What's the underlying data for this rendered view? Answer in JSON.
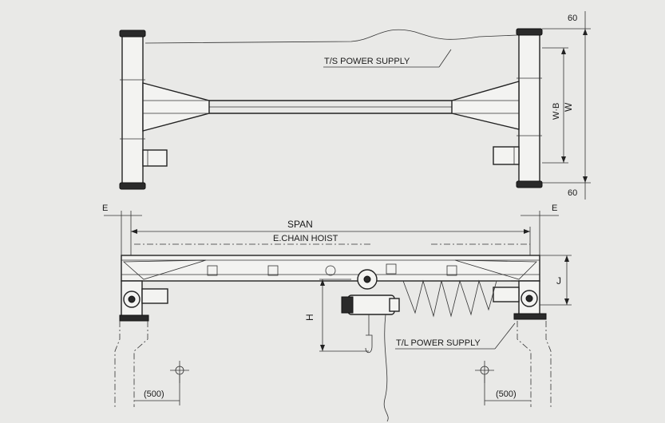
{
  "top_view": {
    "label_ts_power_supply": "T/S POWER SUPPLY",
    "dim_w": "W",
    "dim_wb": "W·B",
    "dim_top_60": "60",
    "dim_bottom_60": "60"
  },
  "front_view": {
    "label_span": "SPAN",
    "label_chain_hoist": "E.CHAIN HOIST",
    "label_tl_power_supply": "T/L POWER SUPPLY",
    "dim_e_left": "E",
    "dim_e_right": "E",
    "dim_h": "H",
    "dim_j": "J",
    "dim_500_left": "(500)",
    "dim_500_right": "(500)"
  }
}
